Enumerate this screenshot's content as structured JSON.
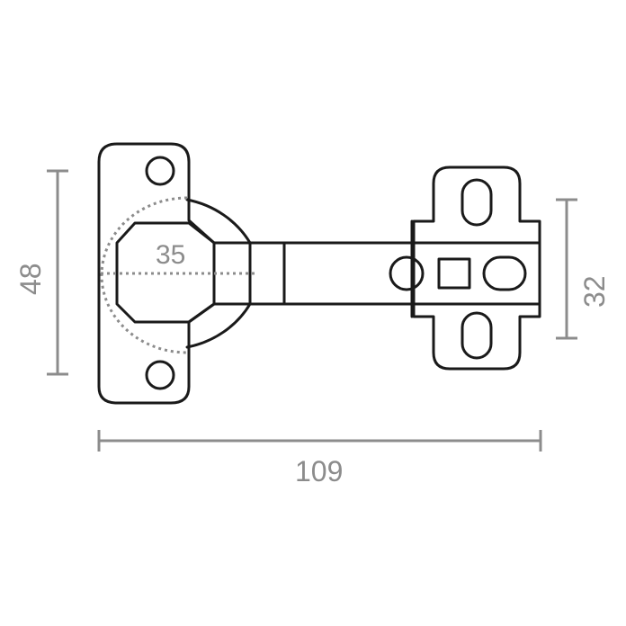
{
  "dimensions": {
    "height_left": "48",
    "height_right": "32",
    "total_length": "109",
    "cup_diameter": "35"
  },
  "colors": {
    "outline": "#1a1a1a",
    "dimension": "#8c8c8c",
    "background": "#ffffff"
  }
}
